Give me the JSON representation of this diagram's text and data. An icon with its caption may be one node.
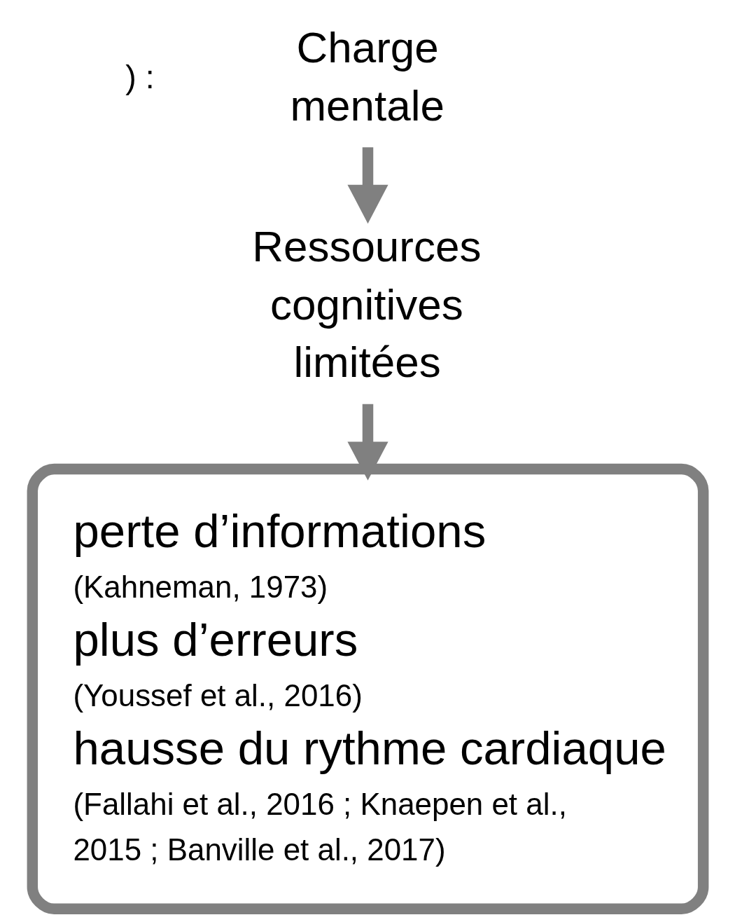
{
  "diagram": {
    "nodes": [
      {
        "text": [
          "Charge mentale"
        ]
      },
      {
        "text": [
          "Ressources cognitives limitées"
        ]
      },
      {
        "text": [
          "perte d’informations",
          "(Kahneman, 1973)",
          "plus d’erreurs",
          "(Youssef et al., 2016)",
          "hausse du rythme cardiaque",
          "(Fallahi et al., 2016 ; Knaepen et al., 2015 ; Banville et al., 2017)"
        ]
      }
    ],
    "edges": [
      {
        "from": 0,
        "to": 1,
        "arrow": "to"
      },
      {
        "from": 1,
        "to": 2,
        "arrow": "to"
      }
    ],
    "labels": [
      ") :"
    ]
  }
}
